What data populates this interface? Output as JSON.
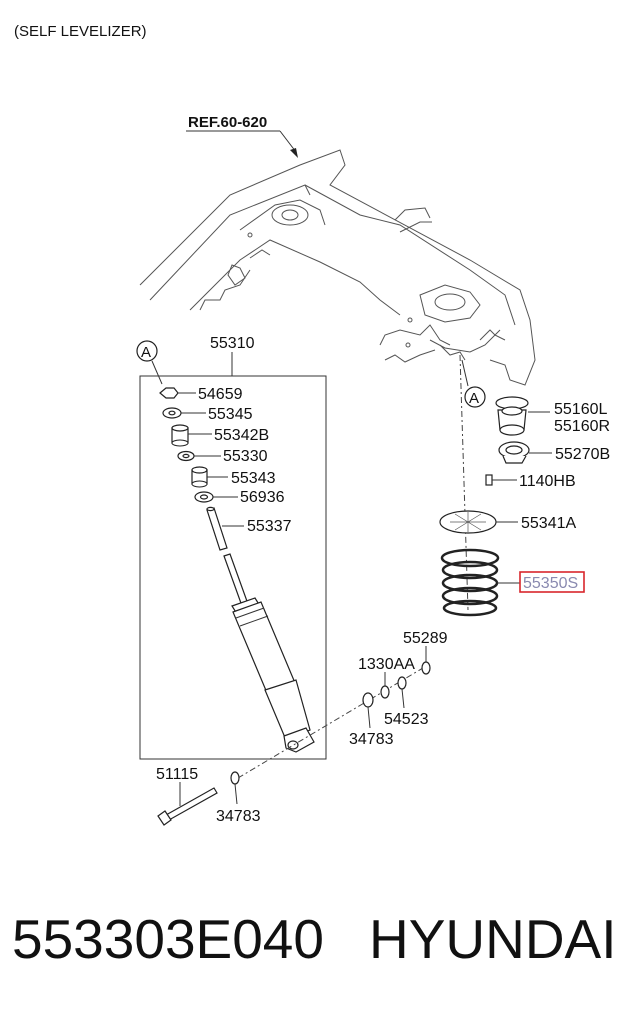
{
  "header": {
    "title": "(SELF LEVELIZER)"
  },
  "reference": {
    "label": "REF.60-620"
  },
  "callouts": {
    "a_left": "A",
    "a_right": "A"
  },
  "labels": {
    "p55310": "55310",
    "p54659": "54659",
    "p55345": "55345",
    "p55342B": "55342B",
    "p55330": "55330",
    "p55343": "55343",
    "p56936": "56936",
    "p55337": "55337",
    "p55160L": "55160L",
    "p55160R": "55160R",
    "p55270B": "55270B",
    "p1140HB": "1140HB",
    "p55341A": "55341A",
    "p55350S": "55350S",
    "p55289": "55289",
    "p1330AA": "1330AA",
    "p54523": "54523",
    "p34783a": "34783",
    "p51115": "51115",
    "p34783b": "34783"
  },
  "highlight": {
    "color": "#d9262c",
    "text_color": "#8a8ab0"
  },
  "footer": {
    "part_number": "553303E040",
    "brand": "HYUNDAI"
  }
}
